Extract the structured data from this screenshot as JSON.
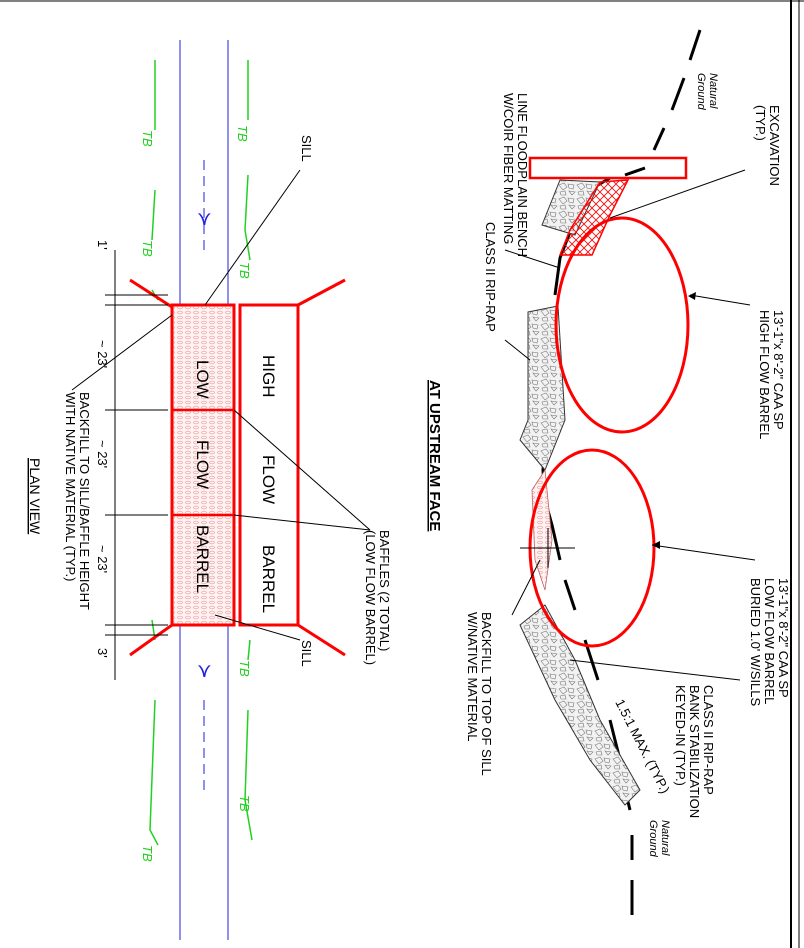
{
  "section": {
    "title": "AT UPSTREAM FACE",
    "excavation": [
      "EXCAVATION",
      "(TYP.)"
    ],
    "natural_ground_top": [
      "Natural",
      "Ground"
    ],
    "natural_ground_bottom": [
      "Natural",
      "Ground"
    ],
    "line_bench": [
      "LINE FLOODPLAIN BENCH",
      "W/COIR FIBER MATTING"
    ],
    "riprap_left": "CLASS II RIP-RAP",
    "high_barrel": [
      "13'-1\"x 8'-2\" CAA SP",
      "HIGH  FLOW  BARREL"
    ],
    "low_barrel": [
      "13'-1\"x 8'-2\" CAA SP",
      "LOW  FLOW  BARREL",
      "BURIED  1.0' W/SILLS"
    ],
    "bank_riprap": [
      "CLASS II RIP-RAP",
      "BANK STABILIZATION",
      "KEYED-IN  (TYP.)"
    ],
    "backfill_top": [
      "BACKFILL TO  TOP OF SILL",
      "W/NATIVE MATERIAL"
    ],
    "slope": "1.5:1 MAX. (TYP.)"
  },
  "plan": {
    "title": "PLAN  VIEW",
    "high_barrel_words": [
      "HIGH",
      "FLOW",
      "BARREL"
    ],
    "low_barrel_words": [
      "LOW",
      "FLOW",
      "BARREL"
    ],
    "baffles": [
      "BAFFLES (2 TOTAL)",
      "(LOW  FLOW  BARREL)"
    ],
    "sill": "SILL",
    "backfill": [
      "BACKFILL TO  SILL/BAFFLE HEIGHT",
      "WITH  NATIVE MATERIAL (TYP.)"
    ],
    "dims": [
      "1'",
      "~ 23'",
      "~ 23'",
      "~ 23'",
      "3'"
    ],
    "tb": "TB"
  },
  "colors": {
    "red": "#ff0000",
    "green": "#22d11f",
    "blue": "#2222dd",
    "black": "#000000"
  }
}
